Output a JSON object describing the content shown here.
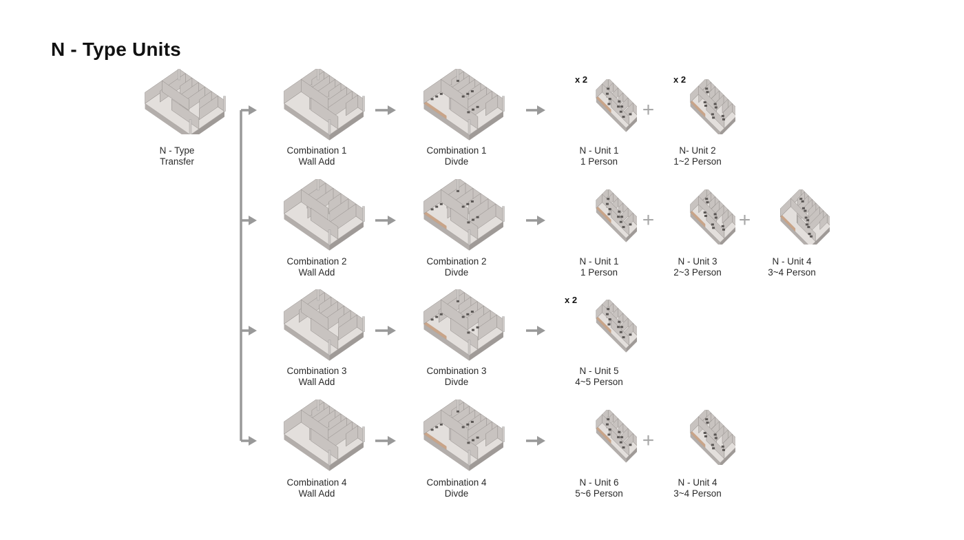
{
  "page": {
    "title": "N - Type Units"
  },
  "source": {
    "icon": "plan-transfer-icon",
    "line1": "N - Type",
    "line2": "Transfer"
  },
  "rows": [
    {
      "wall": {
        "line1": "Combination 1",
        "line2": "Wall Add"
      },
      "divide": {
        "line1": "Combination 1",
        "line2": "Divde"
      },
      "units": [
        {
          "line1": "N - Unit 1",
          "line2": "1 Person",
          "multiplier": "x 2"
        },
        {
          "line1": "N- Unit 2",
          "line2": "1~2 Person",
          "multiplier": "x 2"
        }
      ]
    },
    {
      "wall": {
        "line1": "Combination  2",
        "line2": "Wall Add"
      },
      "divide": {
        "line1": "Combination 2",
        "line2": "Divde"
      },
      "units": [
        {
          "line1": "N - Unit 1",
          "line2": "1 Person"
        },
        {
          "line1": "N - Unit 3",
          "line2": "2~3 Person"
        },
        {
          "line1": "N - Unit 4",
          "line2": "3~4 Person"
        }
      ]
    },
    {
      "wall": {
        "line1": "Combination 3",
        "line2": "Wall Add"
      },
      "divide": {
        "line1": "Combination 3",
        "line2": "Divde"
      },
      "units": [
        {
          "line1": "N - Unit 5",
          "line2": "4~5 Person",
          "multiplier": "x 2"
        }
      ]
    },
    {
      "wall": {
        "line1": "Combination 4",
        "line2": "Wall Add"
      },
      "divide": {
        "line1": "Combination 4",
        "line2": "Divde"
      },
      "units": [
        {
          "line1": "N - Unit 6",
          "line2": "5~6 Person"
        },
        {
          "line1": "N - Unit 4",
          "line2": "3~4 Person"
        }
      ]
    }
  ],
  "symbols": {
    "plus": "+"
  },
  "colors": {
    "arrow": "#999999",
    "slab_top": "#e3dfdc",
    "slab_side": "#b3aeab",
    "wall": "#c8c3c0",
    "wood": "#c9a488"
  }
}
